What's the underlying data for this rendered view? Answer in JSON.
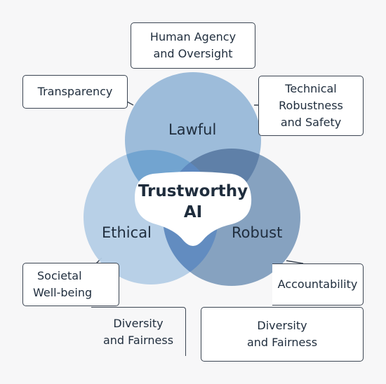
{
  "colors": {
    "lawful_circle": "#98b8d8",
    "ethical_circle": "#b4cde6",
    "robust_circle": "#7f9dbd",
    "overlap_lawful_ethical": "#72a4d0",
    "overlap_lawful_robust": "#5f80a8",
    "overlap_center": "#5d88bf",
    "outline": "#3b4552",
    "background": "#f7f7f8"
  },
  "venn": {
    "lawful": "Lawful",
    "ethical": "Ethical",
    "robust": "Robust",
    "center_line1": "Trustworthy",
    "center_line2": "AI"
  },
  "requirements": {
    "human_agency_line1": "Human Agency",
    "human_agency_line2": "and Oversight",
    "transparency": "Transparency",
    "technical_line1": "Technical",
    "technical_line2": "Robustness",
    "technical_line3": "and Safety",
    "societal_line1": "Societal",
    "societal_line2": "Well-being",
    "accountability": "Accountability",
    "diversity_left_line1": "Diversity",
    "diversity_left_line2": "and Fairness",
    "diversity_right_line1": "Diversity",
    "diversity_right_line2": "and Fairness"
  }
}
